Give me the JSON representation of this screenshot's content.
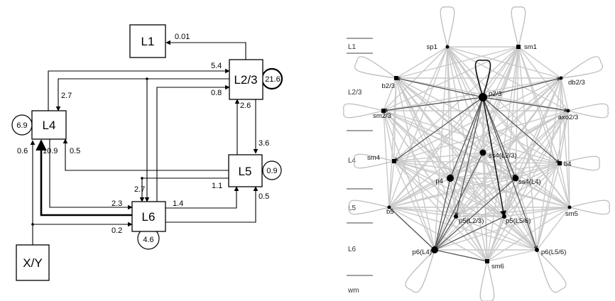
{
  "left_diagram": {
    "nodes": {
      "L1": "L1",
      "L23": "L2/3",
      "L4": "L4",
      "L5": "L5",
      "L6": "L6",
      "XY": "X/Y"
    },
    "self_loops": {
      "L23": "21.6",
      "L4": "6.9",
      "L5": "0.9",
      "L6": "4.6"
    },
    "edge_labels": {
      "L23_to_L1": "0.01",
      "L4_to_L23": "5.4",
      "L6_to_L23": "0.8",
      "L23_to_L4": "2.7",
      "L5_to_L23": "2.6",
      "L23_to_L5": "3.6",
      "XY_to_L4": "0.6",
      "L6_to_L4": "10.9",
      "L5_to_L4": "0.5",
      "L23_to_L6": "2.7",
      "L5_to_L6": "1.1",
      "L4_to_L6": "2.3",
      "L6_to_L5_upper": "1.4",
      "L6_to_L5_lower": "0.5",
      "XY_to_L6": "0.2"
    }
  },
  "right_diagram": {
    "layers": [
      "L1",
      "L2/3",
      "L4",
      "L5",
      "L6",
      "wm"
    ],
    "nodes": {
      "sp1": "sp1",
      "sm1": "sm1",
      "b23": "b2/3",
      "db23": "db2/3",
      "p23": "p2/3",
      "sm23": "sm2/3",
      "axo23": "axo2/3",
      "sm4": "sm4",
      "ss4L23": "ss4(L2/3)",
      "b4": "b4",
      "p4": "p4",
      "ss4L4": "ss4(L4)",
      "b5": "b5",
      "sm5": "sm5",
      "p5L23": "p5(L2/3)",
      "p5L56": "p5(L5/6)",
      "p6L4": "p6(L4)",
      "p6L56": "p6(L5/6)",
      "sm6": "sm6"
    }
  }
}
